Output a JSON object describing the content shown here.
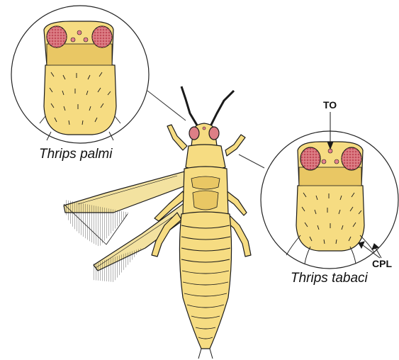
{
  "figure": {
    "left_species_label": "Thrips palmi",
    "right_species_label": "Thrips tabaci",
    "annotation_to": "TO",
    "annotation_cpl": "CPL"
  },
  "colors": {
    "body": "#f6dc82",
    "body_shade": "#e9c764",
    "eye": "#dd7f86",
    "ocellus": "#e8828e",
    "outline": "#1a1a1a",
    "wing": "#f3e2a0"
  },
  "icons": {
    "thrips": "thrips-insect-illustration",
    "left_head": "thrips-palmi-head-closeup",
    "right_head": "thrips-tabaci-head-closeup"
  }
}
